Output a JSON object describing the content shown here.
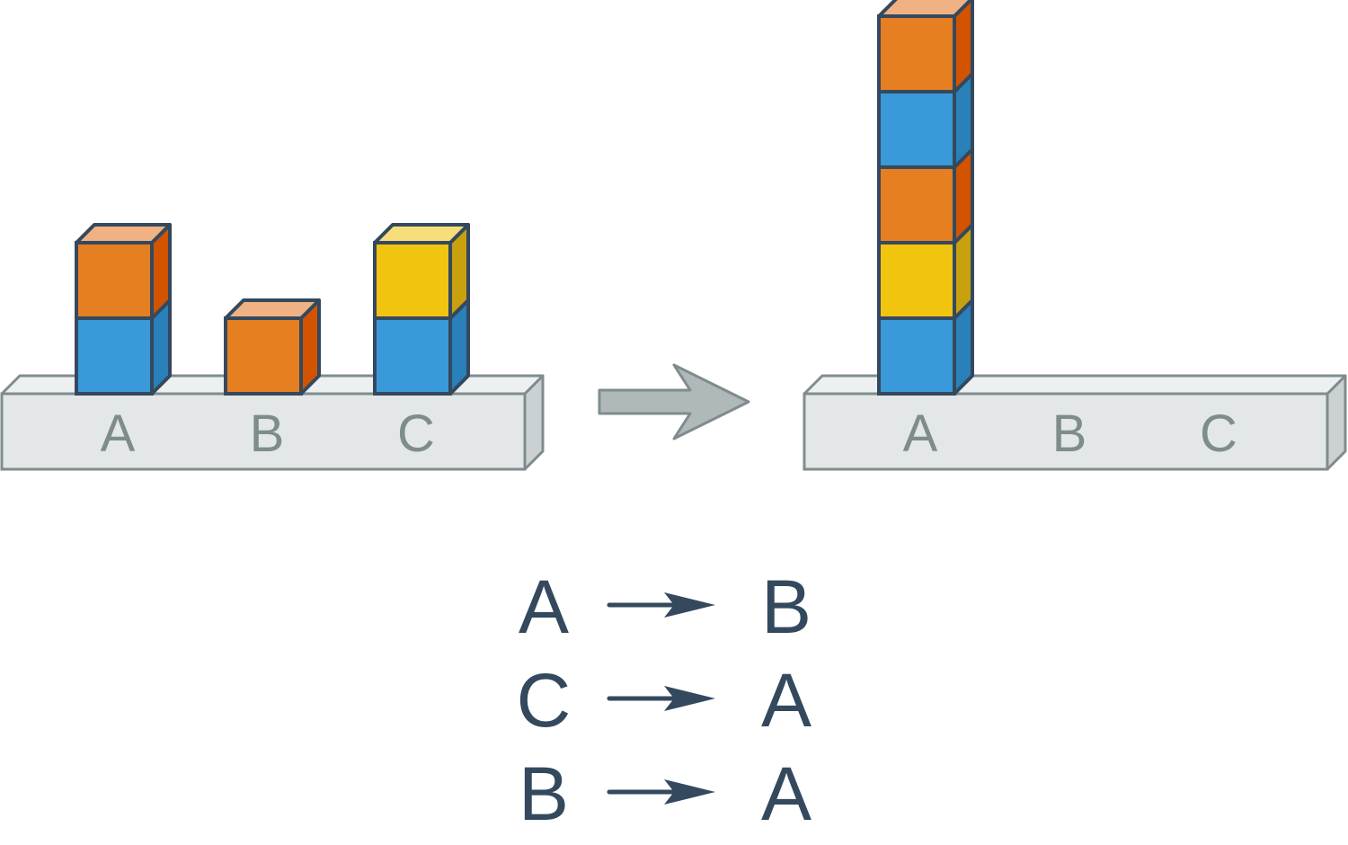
{
  "colors": {
    "outline": "#34495e",
    "platform_front": "#e3e7e7",
    "platform_top": "#ecf0f1",
    "platform_side": "#cbd1d2",
    "platform_edge": "#7f8c8d",
    "big_arrow_fill": "#b0b9b9",
    "big_arrow_stroke": "#7f8c8d",
    "blue_front": "#3a99d8",
    "blue_top": "#8ec4ea",
    "blue_side": "#2a80b9",
    "orange_front": "#e67e22",
    "orange_top": "#f0b283",
    "orange_side": "#d35400",
    "yellow_front": "#f1c40f",
    "yellow_top": "#f7de7a",
    "yellow_side": "#c9a00e"
  },
  "initial_state": {
    "labels": [
      "A",
      "B",
      "C"
    ],
    "stacks": [
      [
        "blue",
        "orange"
      ],
      [
        "orange"
      ],
      [
        "blue",
        "yellow"
      ]
    ]
  },
  "final_state": {
    "labels": [
      "A",
      "B",
      "C"
    ],
    "stacks": [
      [
        "blue",
        "yellow",
        "orange",
        "blue",
        "orange"
      ],
      [],
      []
    ]
  },
  "moves": [
    {
      "from": "A",
      "to": "B"
    },
    {
      "from": "C",
      "to": "A"
    },
    {
      "from": "B",
      "to": "A"
    }
  ]
}
